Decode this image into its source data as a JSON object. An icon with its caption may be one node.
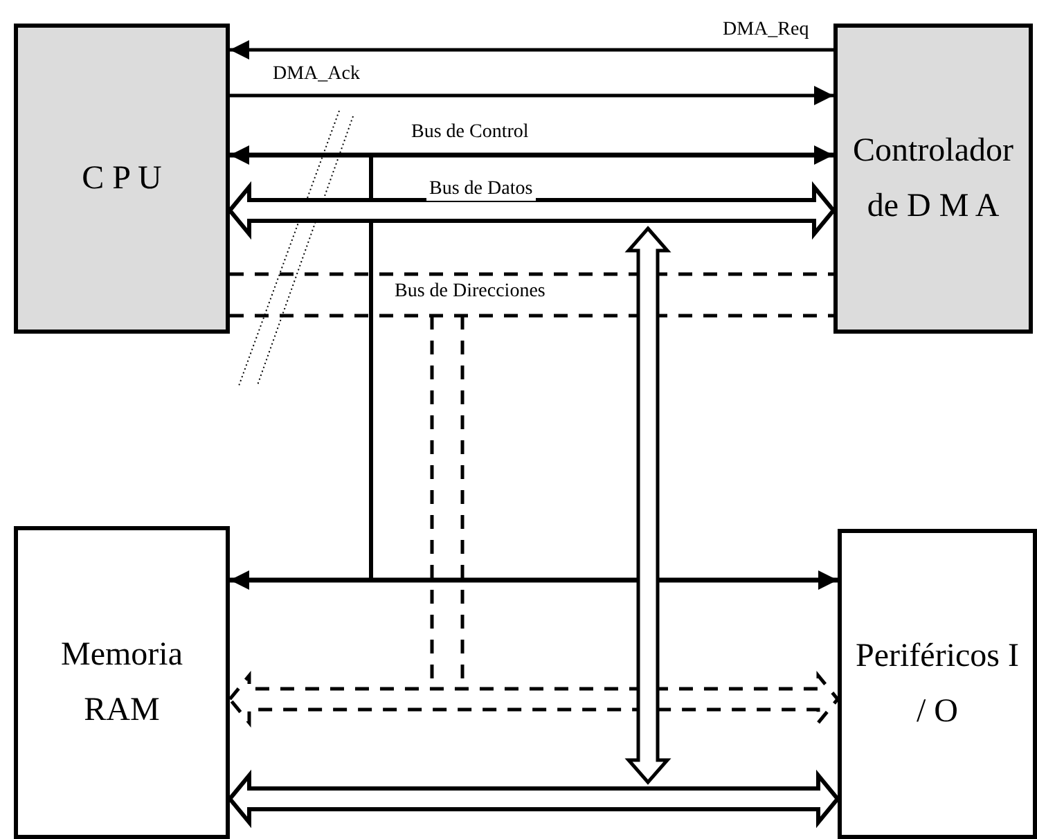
{
  "diagram": {
    "nodes": [
      {
        "text": [
          "C P U"
        ]
      },
      {
        "text": [
          "Controlador de D M A"
        ]
      },
      {
        "text": [
          "Memoria RAM"
        ]
      },
      {
        "text": [
          "Periféricos I / O"
        ]
      }
    ],
    "edges": [
      {
        "from": 1,
        "to": 0,
        "arrow": "to",
        "label": "DMA_Req"
      },
      {
        "from": 0,
        "to": 1,
        "arrow": "to",
        "label": "DMA_Ack"
      },
      {
        "from": 0,
        "to": 1,
        "arrow": "both",
        "label": "Bus de Control"
      },
      {
        "from": 0,
        "to": 1,
        "arrow": "both",
        "label": "Bus de Datos",
        "style": "thick"
      },
      {
        "from": 0,
        "to": 1,
        "arrow": "none",
        "label": "Bus de Direcciones",
        "style": "dashed"
      },
      {
        "from": 2,
        "to": 3,
        "arrow": "both"
      },
      {
        "from": 2,
        "to": 3,
        "arrow": "both",
        "style": "dashed"
      },
      {
        "from": 2,
        "to": 3,
        "arrow": "both",
        "style": "thick"
      }
    ]
  }
}
